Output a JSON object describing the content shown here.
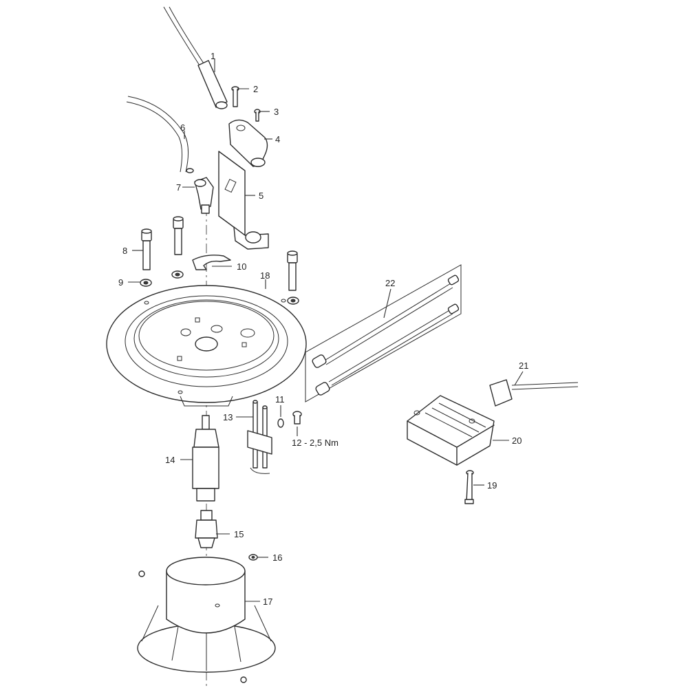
{
  "labels": {
    "p1": "1",
    "p2": "2",
    "p3": "3",
    "p4": "4",
    "p5": "5",
    "p6": "6",
    "p7": "7",
    "p8": "8",
    "p9": "9",
    "p10": "10",
    "p11": "11",
    "p12": "12 - 2,5 Nm",
    "p13": "13",
    "p14": "14",
    "p15": "15",
    "p16": "16",
    "p17": "17",
    "p18": "18",
    "p19": "19",
    "p20": "20",
    "p21": "21",
    "p22": "22"
  },
  "colors": {
    "line": "#2b2b2b",
    "fill": "#ffffff",
    "shade": "#d9d9d9"
  }
}
